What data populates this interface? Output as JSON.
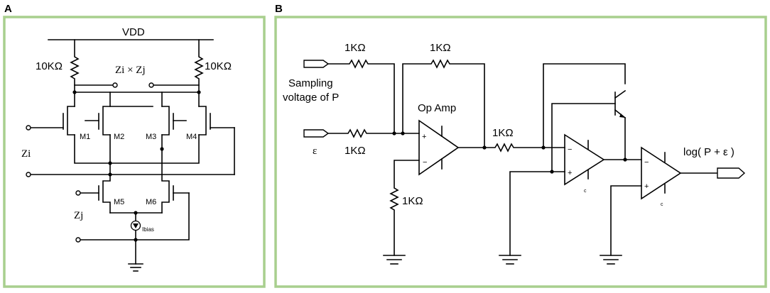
{
  "panel_a": {
    "letter": "A",
    "vdd": "VDD",
    "r_left": "10KΩ",
    "r_right": "10KΩ",
    "product_label": "Zi × Zj",
    "input_zi": "Zi",
    "input_zj": "Zj",
    "transistors": [
      "M1",
      "M2",
      "M3",
      "M4",
      "M5",
      "M6"
    ],
    "bias": "Ibias"
  },
  "panel_b": {
    "letter": "B",
    "sampling_line1": "Sampling",
    "sampling_line2": "voltage of P",
    "epsilon": "ε",
    "r_top_input": "1KΩ",
    "r_feedback": "1KΩ",
    "r_eps": "1KΩ",
    "r_ground": "1KΩ",
    "r_mid": "1KΩ",
    "op_amp": "Op Amp",
    "output": "log( P + ε )",
    "plus": "+",
    "minus": "−",
    "sub_c": "c"
  },
  "colors": {
    "frame": "#a8cf8e",
    "wire": "#000000"
  }
}
